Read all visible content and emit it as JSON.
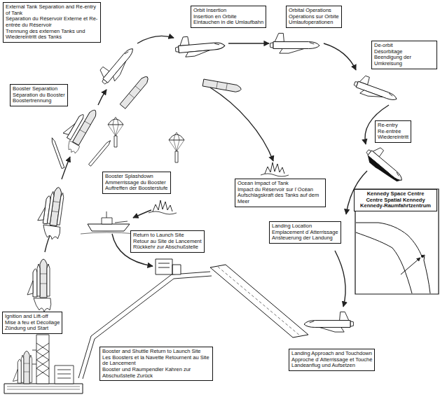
{
  "diagram": {
    "nodes": [
      {
        "text": [
          "External Tank Separation and Re-entry of Tank",
          "Séparation du Réservoir Externe et Re-entrée du Réservoir",
          "Trennung des externen Tanks und Wiedereintritt des Tanks"
        ]
      },
      {
        "text": [
          "Orbit Insertion",
          "Insertion en Orbite",
          "Eintauchen in die Umlaufbahn"
        ]
      },
      {
        "text": [
          "Orbital Operations",
          "Opérations sur Orbite",
          "Umlaufoperationen"
        ]
      },
      {
        "text": [
          "De-orbit",
          "Désorbitage",
          "Beendigung der Umkreisung"
        ]
      },
      {
        "text": [
          "Booster Separation",
          "Séparation du Booster",
          "Boostertrennung"
        ]
      },
      {
        "text": [
          "Re-entry",
          "Re-entrée",
          "Wiedereintritt"
        ]
      },
      {
        "text": [
          "Booster Splashdown",
          "Ammerrissage du Booster",
          "Auftreffen der Boosterstufe"
        ]
      },
      {
        "text": [
          "Ocean Impact of Tank",
          "Impact du Réservoir sur l´Océan",
          "Aufschlagskraft des Tanks auf dem Meer"
        ]
      },
      {
        "text": [
          "Kennedy Space Centre",
          "Centre Spatial Kennedy",
          "Kennedy-Raumfahrtzentrum"
        ]
      },
      {
        "text": [
          "Landing Location",
          "Emplacement d´Atterrissage",
          "Ansteuerung der Landung"
        ]
      },
      {
        "text": [
          "Return to Launch Site",
          "Retour au Site de Lancement",
          "Rückkehr zur Abschußstelle"
        ]
      },
      {
        "text": [
          "Ignition and Lift-off",
          "Mise à feu et Décollage",
          "Zündung und Start"
        ]
      },
      {
        "text": [
          "Booster and Shuttle Return to Launch Site",
          "Les Boosters et la Navette Retournent au Site de Lancement",
          "Booster und Raumpendler Kahren zur Abschußstelle Zurück"
        ]
      },
      {
        "text": [
          "Landing Approach and Touchdown",
          "Approche d´Atterrissage et Touché",
          "Landeanflug und Aufsetzen"
        ]
      }
    ]
  }
}
